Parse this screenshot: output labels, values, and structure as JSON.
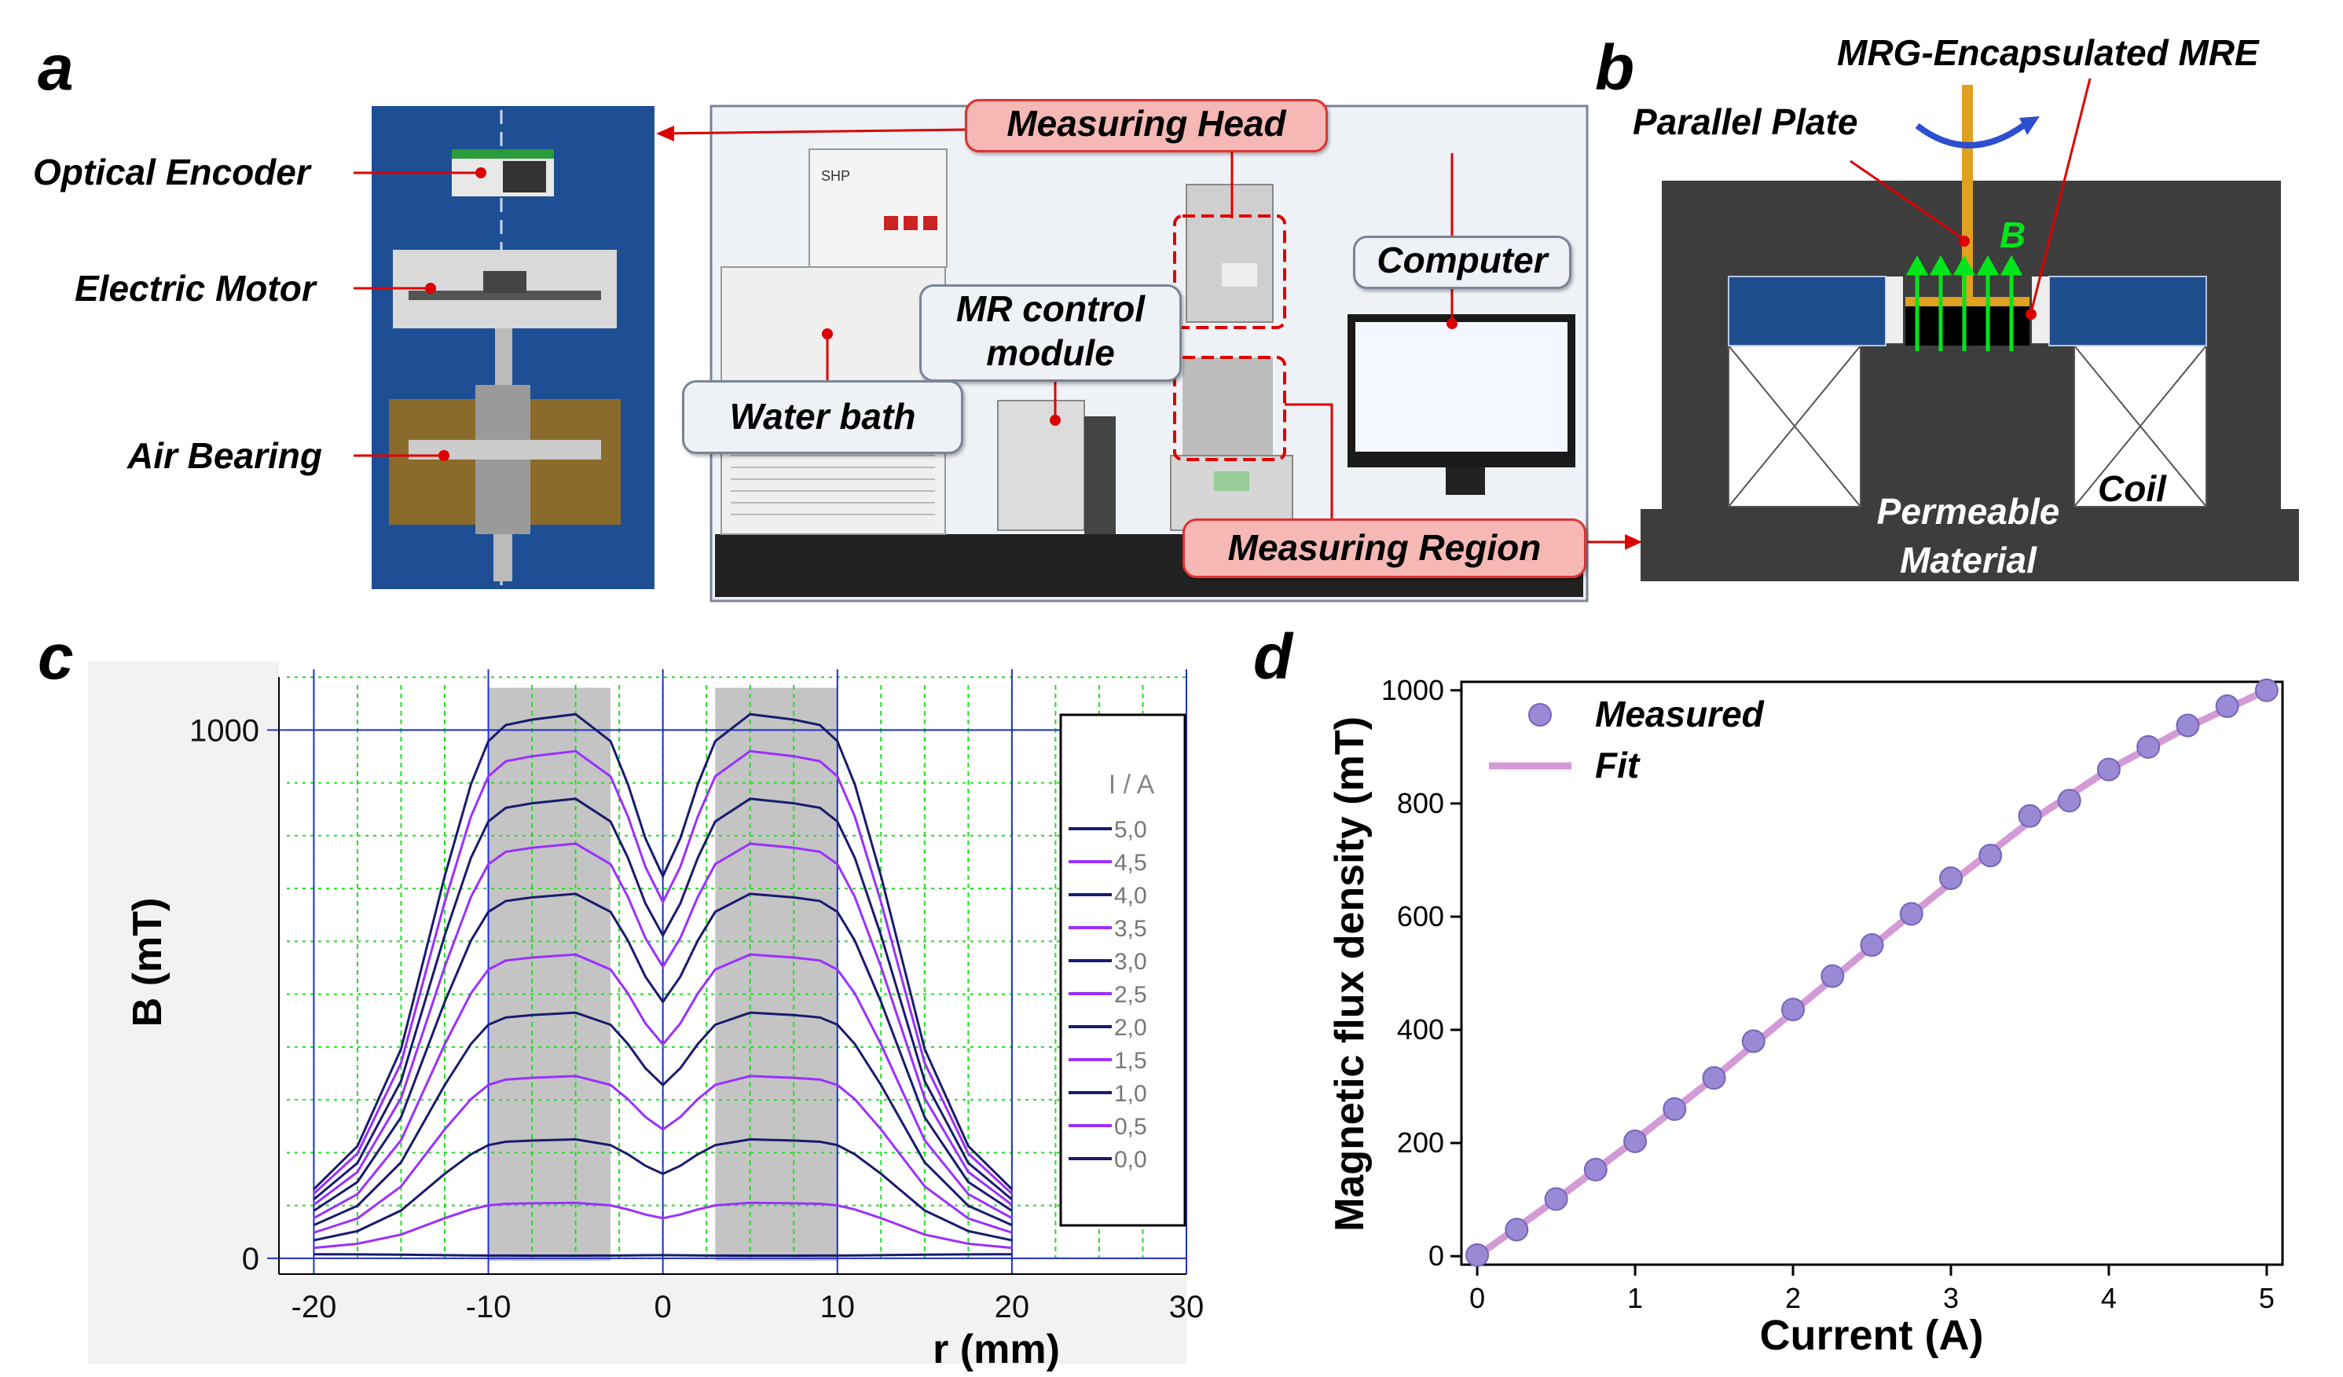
{
  "panels": {
    "a": "a",
    "b": "b",
    "c": "c",
    "d": "d"
  },
  "panel_a": {
    "left_labels": [
      "Optical Encoder",
      "Electric Motor",
      "Air Bearing"
    ],
    "callouts": {
      "measuring_head": "Measuring Head",
      "computer": "Computer",
      "mr_control_line1": "MR control",
      "mr_control_line2": "module",
      "water_bath": "Water bath",
      "measuring_region": "Measuring Region"
    },
    "device_text": {
      "bath_brand": "SHP"
    }
  },
  "panel_b": {
    "title": "MRG-Encapsulated MRE",
    "parallel_plate": "Parallel Plate",
    "field": "B",
    "coil": "Coil",
    "material_line1": "Permeable",
    "material_line2": "Material",
    "colors": {
      "core": "#3a3a3a",
      "pole": "#1f4e8f",
      "arrows": "#00e61a",
      "plate": "#e0a020"
    }
  },
  "chart_data": [
    {
      "type": "line",
      "panel": "c",
      "xlabel": "r (mm)",
      "ylabel": "B (mT)",
      "xlim": [
        -22,
        30
      ],
      "ylim": [
        -30,
        1130
      ],
      "x_ticks": [
        -20,
        -10,
        0,
        10,
        20,
        30
      ],
      "x_tick_labels": [
        "-20",
        "-10",
        "0",
        "10",
        "20",
        "30"
      ],
      "y_ticks": [
        0,
        1000
      ],
      "y_tick_labels": [
        "0",
        "1000"
      ],
      "grid": true,
      "legend_title": "I / A",
      "legend_position": "right",
      "shaded_x_ranges": [
        [
          -10,
          -3
        ],
        [
          3,
          10
        ]
      ],
      "x": [
        -20,
        -17.5,
        -15,
        -12.5,
        -11,
        -10,
        -9,
        -7.5,
        -5,
        -3,
        -2,
        -1,
        0,
        1,
        2,
        3,
        5,
        7.5,
        9,
        10,
        11,
        12.5,
        15,
        17.5,
        20
      ],
      "shape": [
        0.12,
        0.2,
        0.38,
        0.7,
        0.87,
        0.95,
        0.98,
        0.99,
        1.0,
        0.95,
        0.87,
        0.77,
        0.7,
        0.77,
        0.87,
        0.95,
        1.0,
        0.99,
        0.98,
        0.95,
        0.87,
        0.7,
        0.38,
        0.2,
        0.12
      ],
      "series": [
        {
          "name": "5,0",
          "peak": 1030,
          "color": "#1a1a6e"
        },
        {
          "name": "4,5",
          "peak": 960,
          "color": "#9b30ff"
        },
        {
          "name": "4,0",
          "peak": 870,
          "color": "#1a1a6e"
        },
        {
          "name": "3,5",
          "peak": 785,
          "color": "#9b30ff"
        },
        {
          "name": "3,0",
          "peak": 690,
          "color": "#1a1a6e"
        },
        {
          "name": "2,5",
          "peak": 575,
          "color": "#9b30ff"
        },
        {
          "name": "2,0",
          "peak": 465,
          "color": "#1a1a6e"
        },
        {
          "name": "1,5",
          "peak": 345,
          "color": "#9b30ff"
        },
        {
          "name": "1,0",
          "peak": 225,
          "color": "#1a1a6e"
        },
        {
          "name": "0,5",
          "peak": 105,
          "color": "#9b30ff"
        },
        {
          "name": "0,0",
          "peak": 5,
          "color": "#1a1a6e"
        }
      ]
    },
    {
      "type": "scatter",
      "panel": "d",
      "xlabel": "Current (A)",
      "ylabel": "Magnetic flux density (mT)",
      "xlim": [
        -0.1,
        5.1
      ],
      "ylim": [
        -15,
        1015
      ],
      "x_ticks": [
        0,
        1,
        2,
        3,
        4,
        5
      ],
      "y_ticks": [
        0,
        200,
        400,
        600,
        800,
        1000
      ],
      "legend_position": "top-left",
      "series": [
        {
          "name": "Measured",
          "color": "#9a8ad6",
          "x": [
            0,
            0.25,
            0.5,
            0.75,
            1,
            1.25,
            1.5,
            1.75,
            2,
            2.25,
            2.5,
            2.75,
            3,
            3.25,
            3.5,
            3.75,
            4,
            4.25,
            4.5,
            4.75,
            5
          ],
          "y": [
            2,
            47,
            101,
            153,
            203,
            260,
            315,
            380,
            436,
            495,
            550,
            605,
            668,
            708,
            778,
            805,
            860,
            900,
            938,
            972,
            1000
          ]
        },
        {
          "name": "Fit",
          "color": "#d39ad6",
          "x": [
            0,
            0.5,
            1,
            1.5,
            2,
            2.5,
            3,
            3.5,
            4,
            4.5,
            5
          ],
          "y": [
            0,
            100,
            205,
            315,
            432,
            548,
            660,
            768,
            860,
            935,
            1000
          ]
        }
      ]
    }
  ]
}
